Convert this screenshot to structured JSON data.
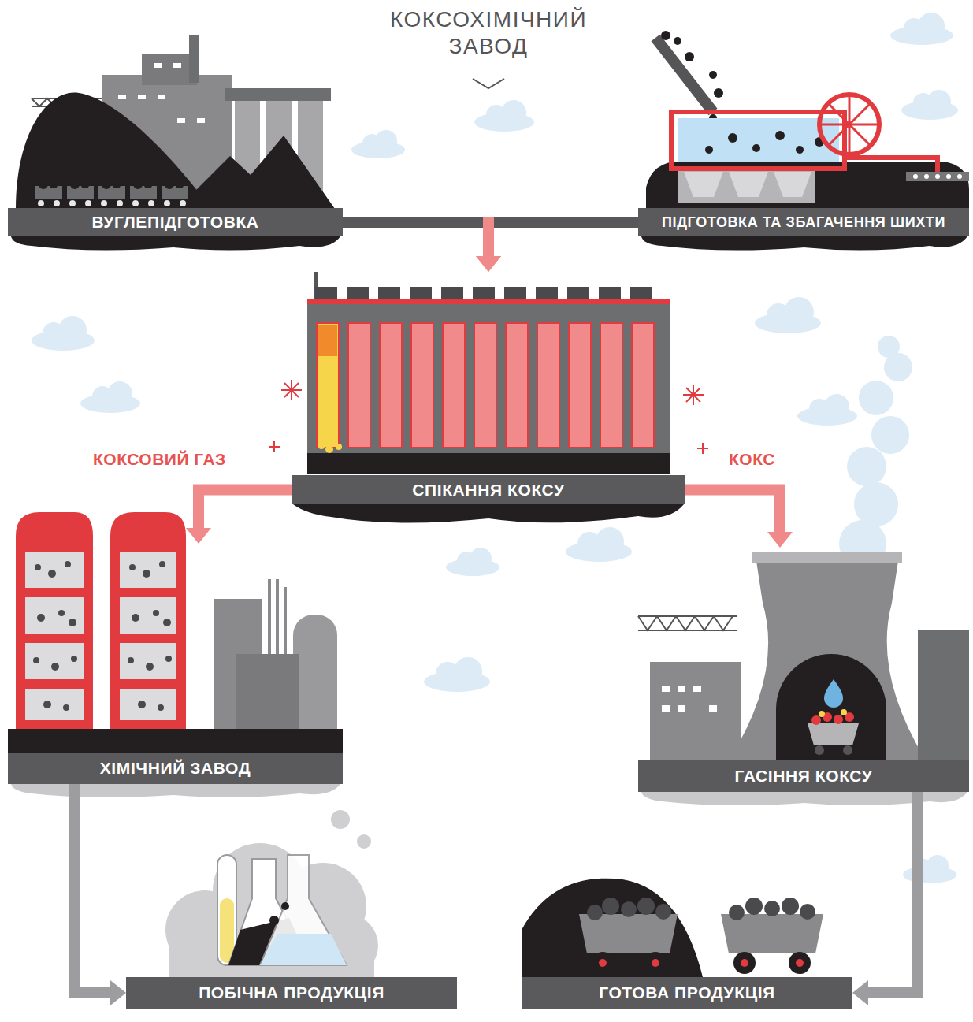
{
  "diagram": {
    "title": "КОКСОХІМІЧНИЙ ЗАВОД",
    "nodes": [
      {
        "text": [
          "ВУГЛЕПІДГОТОВКА"
        ]
      },
      {
        "text": [
          "ПІДГОТОВКА ТА ЗБАГАЧЕННЯ ШИХТИ"
        ]
      },
      {
        "text": [
          "СПІКАННЯ КОКСУ"
        ]
      },
      {
        "text": [
          "ХІМІЧНИЙ ЗАВОД"
        ]
      },
      {
        "text": [
          "ГАСІННЯ КОКСУ"
        ]
      },
      {
        "text": [
          "ПОБІЧНА ПРОДУКЦІЯ"
        ]
      },
      {
        "text": [
          "ГОТОВА ПРОДУКЦІЯ"
        ]
      }
    ],
    "edges": [
      {
        "from": 0,
        "to": 2,
        "arrow": "to"
      },
      {
        "from": 1,
        "to": 2,
        "arrow": "to"
      },
      {
        "from": 2,
        "to": 3,
        "label": "КОКСОВИЙ ГАЗ",
        "arrow": "to"
      },
      {
        "from": 2,
        "to": 4,
        "label": "КОКС",
        "arrow": "to"
      },
      {
        "from": 3,
        "to": 5,
        "arrow": "to"
      },
      {
        "from": 4,
        "to": 6,
        "arrow": "to"
      }
    ]
  }
}
